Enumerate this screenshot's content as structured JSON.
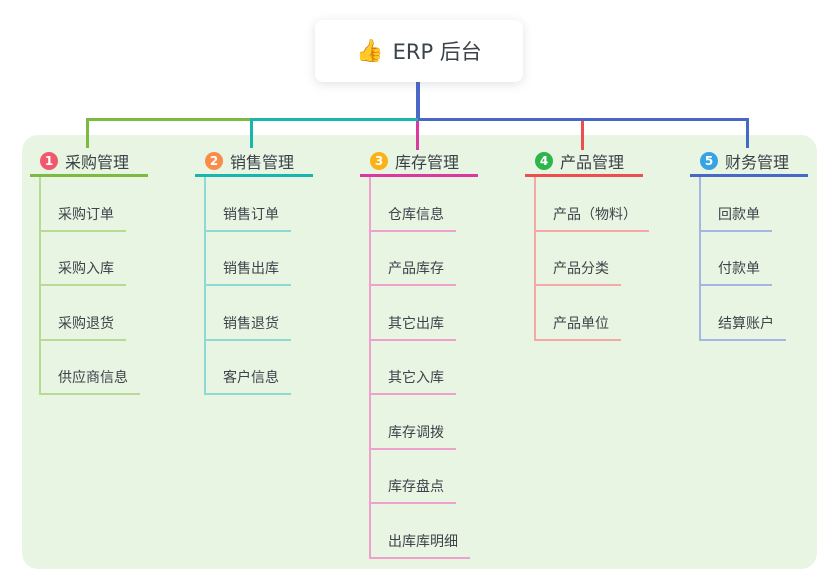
{
  "root": {
    "icon": "👍",
    "title": "ERP 后台"
  },
  "colors": {
    "panel_bg": "#e9f5e3",
    "stem": "#4a68c8",
    "card_bg": "#ffffff",
    "text": "#3d434a"
  },
  "mindmap": {
    "branches": [
      {
        "number": "1",
        "title": "采购管理",
        "badge_color": "#f0596b",
        "color": "#7cbb42",
        "light_color": "#b7db94",
        "children": [
          "采购订单",
          "采购入库",
          "采购退货",
          "供应商信息"
        ]
      },
      {
        "number": "2",
        "title": "销售管理",
        "badge_color": "#fa8b49",
        "color": "#1ab6ae",
        "light_color": "#8fd9d4",
        "children": [
          "销售订单",
          "销售出库",
          "销售退货",
          "客户信息"
        ]
      },
      {
        "number": "3",
        "title": "库存管理",
        "badge_color": "#fbb217",
        "color": "#d83a9d",
        "light_color": "#efa0cd",
        "children": [
          "仓库信息",
          "产品库存",
          "其它出库",
          "其它入库",
          "库存调拨",
          "库存盘点",
          "出库库明细"
        ]
      },
      {
        "number": "4",
        "title": "产品管理",
        "badge_color": "#2eb54b",
        "color": "#ec4f52",
        "light_color": "#f6a8a8",
        "children": [
          "产品（物料）",
          "产品分类",
          "产品单位"
        ]
      },
      {
        "number": "5",
        "title": "财务管理",
        "badge_color": "#38a3e4",
        "color": "#4768c6",
        "light_color": "#a4b7e2",
        "children": [
          "回款单",
          "付款单",
          "结算账户"
        ]
      }
    ]
  }
}
